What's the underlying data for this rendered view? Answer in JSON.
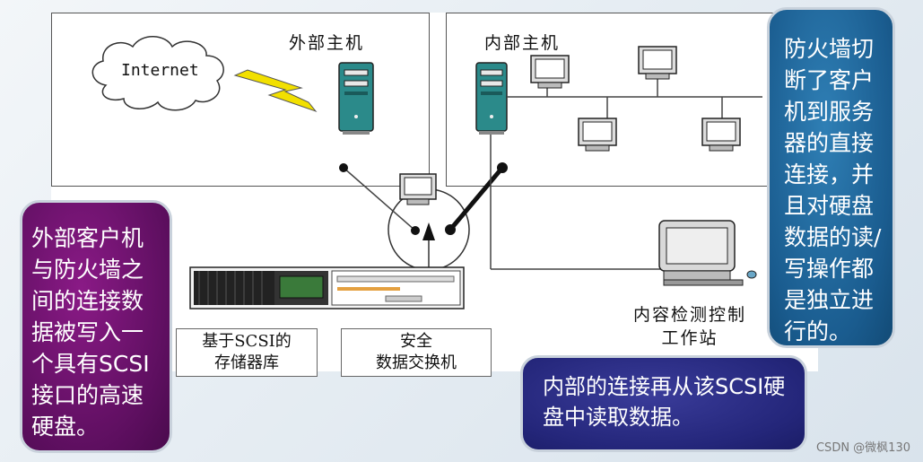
{
  "zones": {
    "external_host": "外部主机",
    "internal_host": "内部主机"
  },
  "cloud_label": "Internet",
  "devices": {
    "storage": "基于SCSI的\n存储器库",
    "exchanger": "安全\n数据交换机",
    "workstation": "内容检测控制\n工作站"
  },
  "callouts": {
    "left": "外部客户机与防火墙之间的连接数据被写入一个具有SCSI接口的高速硬盘。",
    "right": "防火墙切断了客户机到服务器的直接连接，并且对硬盘数据的读/写操作都是独立进行的。",
    "bottom": "内部的连接再从该SCSI硬盘中读取数据。"
  },
  "watermark": "CSDN @微枫130",
  "colors": {
    "server_body": "#2b8a8a",
    "lightning": "#f2e000",
    "callout_left": "#6b1468",
    "callout_right": "#1f6699",
    "callout_bottom": "#2a2c84"
  }
}
